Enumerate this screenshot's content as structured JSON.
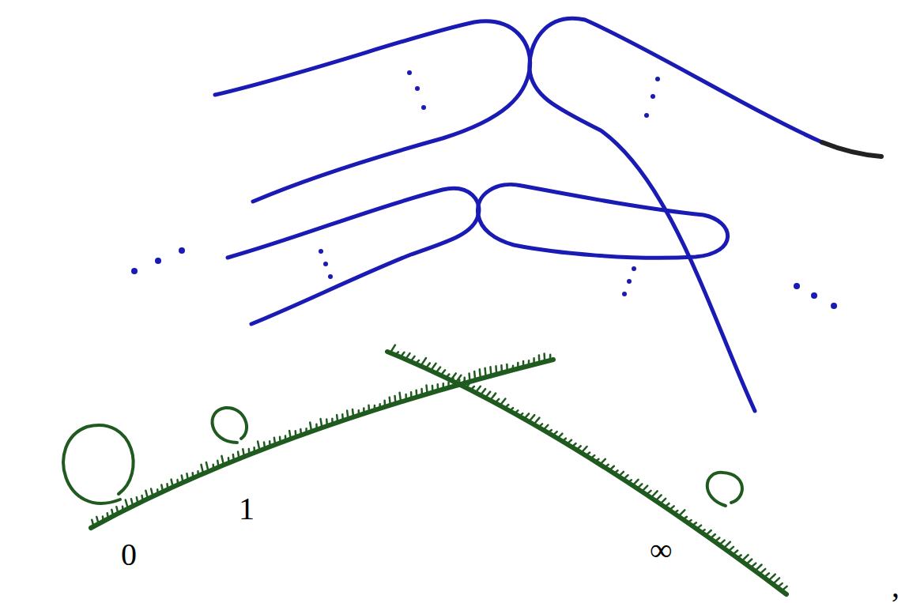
{
  "diagram": {
    "labels": [
      "0",
      "1",
      "∞",
      ","
    ]
  }
}
